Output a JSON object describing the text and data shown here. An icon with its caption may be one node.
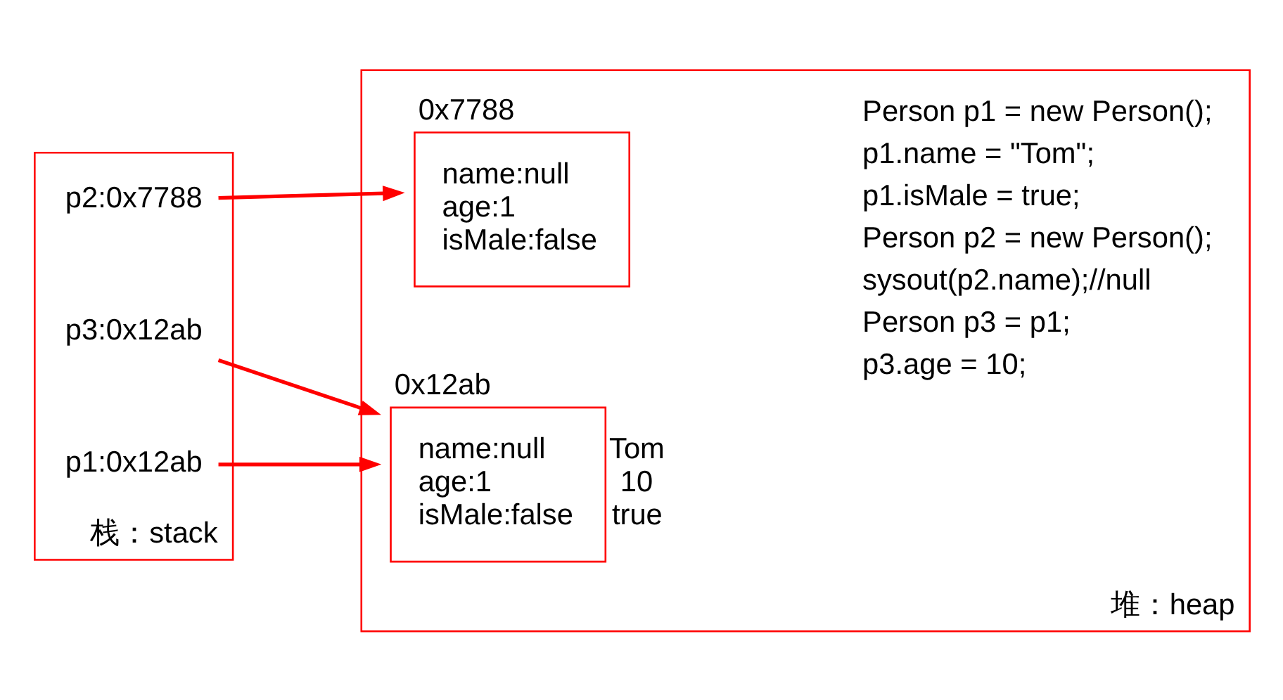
{
  "diagram": {
    "nodes": [
      {
        "text": [
          "栈：stack"
        ]
      },
      {
        "text": [
          "p3:0x12ab"
        ],
        "in": 0
      },
      {
        "text": [
          "p2:0x7788"
        ],
        "in": 0
      },
      {
        "text": [
          "p1:0x12ab"
        ],
        "in": 0
      },
      {
        "text": [
          "堆：heap"
        ]
      },
      {
        "text": [
          "0x7788",
          "name:null",
          "age:1",
          "isMale:false"
        ],
        "in": 4
      },
      {
        "text": [
          "0x12ab",
          "name:null",
          "age:1",
          "isMale:false"
        ],
        "in": 4,
        "beside": [
          "Tom",
          "10",
          "true"
        ]
      }
    ],
    "edges": [
      {
        "from": 1,
        "to": 6,
        "arrow": "to"
      },
      {
        "from": 2,
        "to": 5,
        "arrow": "to"
      },
      {
        "from": 3,
        "to": 6,
        "arrow": "to"
      }
    ],
    "labels": [
      "Person p1 = new Person();",
      "p1.name = \"Tom\";",
      "p1.isMale = true;",
      "Person p2 = new Person();",
      "sysout(p2.name);//null",
      "Person p3 = p1;",
      "p3.age = 10;"
    ]
  }
}
